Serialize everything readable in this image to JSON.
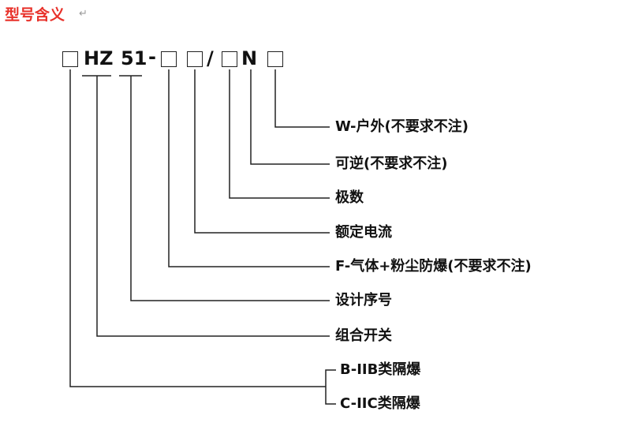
{
  "title": "型号含义",
  "paragraph_mark": "↵",
  "model_code": {
    "segments": [
      "HZ",
      "51",
      "-",
      "/",
      "N"
    ]
  },
  "labels": [
    "W-户外(不要求不注)",
    "可逆(不要求不注)",
    "极数",
    "额定电流",
    "F-气体+粉尘防爆(不要求不注)",
    "设计序号",
    "组合开关",
    "B-IIB类隔爆",
    "C-IIC类隔爆"
  ]
}
